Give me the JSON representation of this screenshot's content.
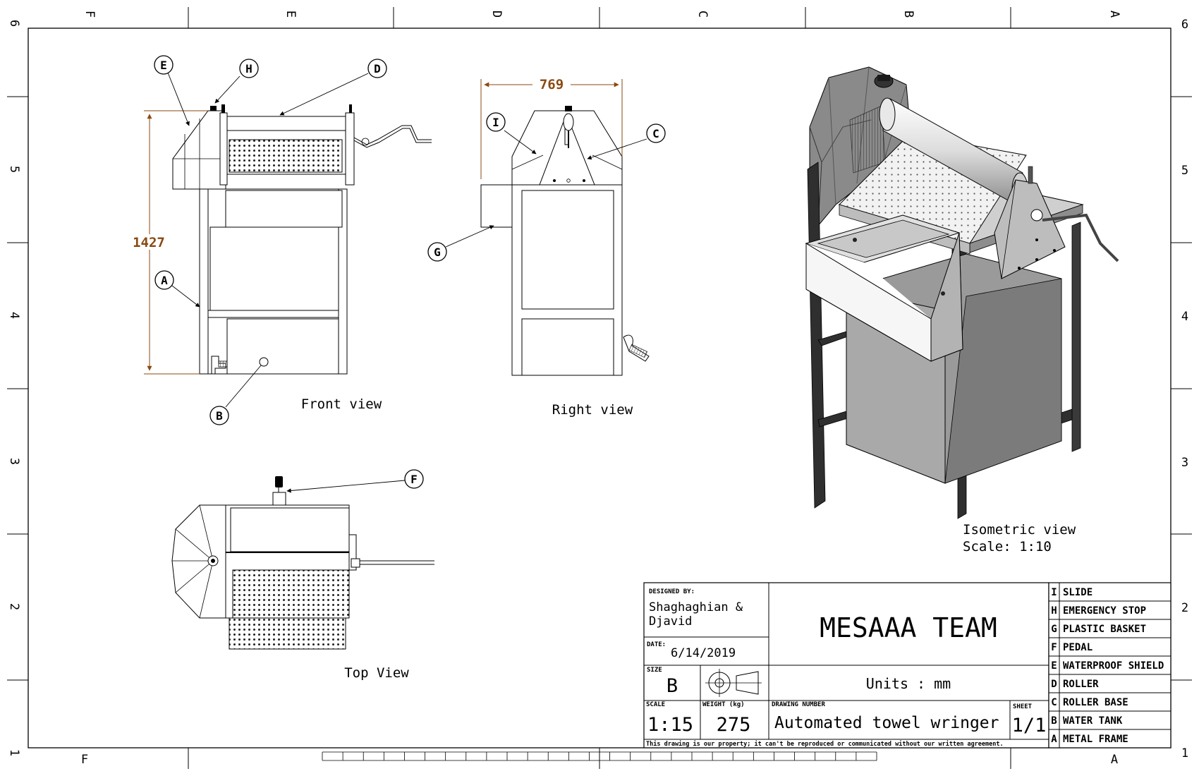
{
  "border": {
    "column_labels": [
      "F",
      "E",
      "D",
      "C",
      "B",
      "A"
    ],
    "row_labels": [
      "6",
      "5",
      "4",
      "3",
      "2",
      "1"
    ]
  },
  "views": {
    "front": "Front view",
    "right": "Right view",
    "top": "Top View",
    "isometric": "Isometric view",
    "isometric_scale": "Scale:  1:10"
  },
  "dimensions": {
    "height": "1427",
    "width": "769"
  },
  "balloons": {
    "a": "A",
    "b": "B",
    "c": "C",
    "d": "D",
    "e": "E",
    "f": "F",
    "g": "G",
    "h": "H",
    "i": "I"
  },
  "title_block": {
    "designed_by_label": "DESIGNED BY:",
    "designer_line1": "Shaghaghian &",
    "designer_line2": "Djavid",
    "date_label": "DATE:",
    "date": "6/14/2019",
    "size_label": "SIZE",
    "size": "B",
    "scale_label": "SCALE",
    "scale": "1:15",
    "weight_label": "WEIGHT (kg)",
    "weight": "275",
    "team": "MESAAA  TEAM",
    "units": "Units : mm",
    "drawing_number_label": "DRAWING NUMBER",
    "title": "Automated towel wringer",
    "sheet_label": "SHEET",
    "sheet": "1/1",
    "note": "This drawing is our property; it can't be reproduced or communicated without our written agreement."
  },
  "legend": [
    {
      "key": "I",
      "name": "SLIDE"
    },
    {
      "key": "H",
      "name": "EMERGENCY STOP"
    },
    {
      "key": "G",
      "name": "PLASTIC BASKET"
    },
    {
      "key": "F",
      "name": "PEDAL"
    },
    {
      "key": "E",
      "name": "WATERPROOF SHIELD"
    },
    {
      "key": "D",
      "name": "ROLLER"
    },
    {
      "key": "C",
      "name": "ROLLER BASE"
    },
    {
      "key": "B",
      "name": "WATER TANK"
    },
    {
      "key": "A",
      "name": "METAL FRAME"
    }
  ]
}
